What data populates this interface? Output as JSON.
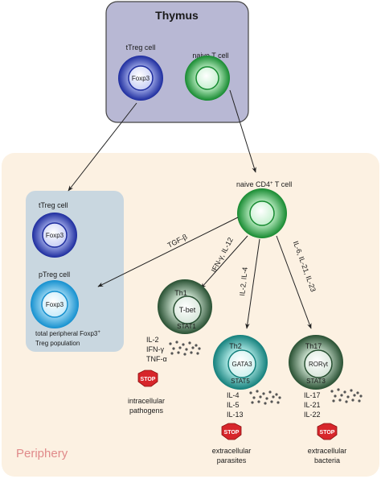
{
  "thymus": {
    "title": "Thymus",
    "ttreg_label": "tTreg cell",
    "ttreg_marker": "Foxp3",
    "naive_label": "naive T cell"
  },
  "periphery": {
    "title": "Periphery",
    "treg_box": {
      "ttreg_label": "tTreg cell",
      "ttreg_marker": "Foxp3",
      "ptreg_label": "pTreg cell",
      "ptreg_marker": "Foxp3",
      "caption_line1": "total peripheral Foxp3",
      "caption_sup": "+",
      "caption_line2": "Treg population"
    },
    "naive_cd4": {
      "label_prefix": "naive CD4",
      "label_sup": "+",
      "label_suffix": " T cell"
    },
    "arrows": {
      "tgf": "TGF-β",
      "th1": "IFN-γ, IL-12",
      "th2": "IL-2, IL-4",
      "th17": "IL-6, IL-21, IL-23"
    },
    "th1": {
      "name": "Th1",
      "tf": "T-bet",
      "stat": "STAT1",
      "cytokines": [
        "IL-2",
        "IFN-γ",
        "TNF-α"
      ],
      "stop": "STOP",
      "target_line1": "intracellular",
      "target_line2": "pathogens"
    },
    "th2": {
      "name": "Th2",
      "tf": "GATA3",
      "stat": "STAT5",
      "cytokines": [
        "IL-4",
        "IL-5",
        "IL-13"
      ],
      "stop": "STOP",
      "target_line1": "extracellular",
      "target_line2": "parasites"
    },
    "th17": {
      "name": "Th17",
      "tf": "RORγt",
      "stat": "STAT3",
      "cytokines": [
        "IL-17",
        "IL-21",
        "IL-22"
      ],
      "stop": "STOP",
      "target_line1": "extracellular",
      "target_line2": "bacteria"
    }
  },
  "colors": {
    "thymus_fill": "#b8b8d4",
    "periphery_fill": "#fcf1e2",
    "treg_box_fill": "#c9d7e0",
    "blue_cell": "#2838a8",
    "lightblue_cell": "#2aa6de",
    "green_cell": "#1e9a3a",
    "teal_cell": "#1d9d99",
    "darkgreen_cell": "#2e5e3a",
    "stop_red": "#d7262b",
    "periphery_title": "#e08a8a"
  }
}
